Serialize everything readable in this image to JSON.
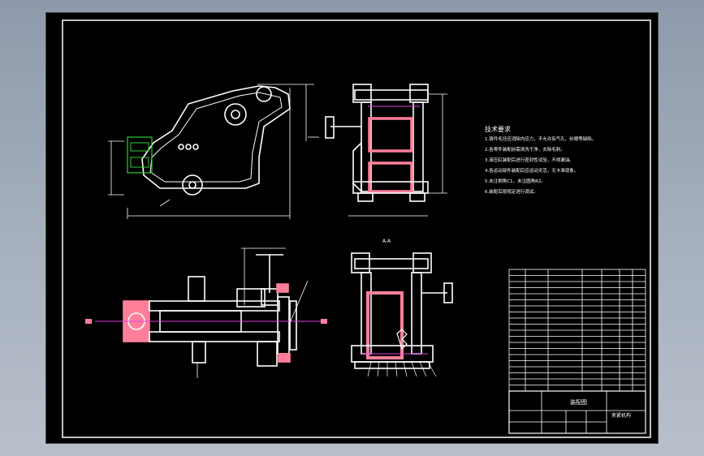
{
  "colors": {
    "line": "#ffffff",
    "highlight": "#ff7f9a",
    "centerline": "#e040e0",
    "background": "#000000"
  },
  "notes": {
    "heading": "技术要求",
    "lines": [
      "1.铸件毛坯应消除内应力，不允许有气孔、砂眼等缺陷。",
      "2.各零件装配前需清洗干净，去除毛刺。",
      "3.液压缸装配后进行密封性试验，不得漏油。",
      "4.各运动部件装配后应运动灵活，无卡滞现象。",
      "5.未注倒角C1，未注圆角R2。",
      "6.装配后按规定进行调试。"
    ]
  },
  "views": {
    "section_label": "A-A"
  },
  "title_block": {
    "drawing_name": "装配图",
    "subtitle": "夹紧机构"
  }
}
